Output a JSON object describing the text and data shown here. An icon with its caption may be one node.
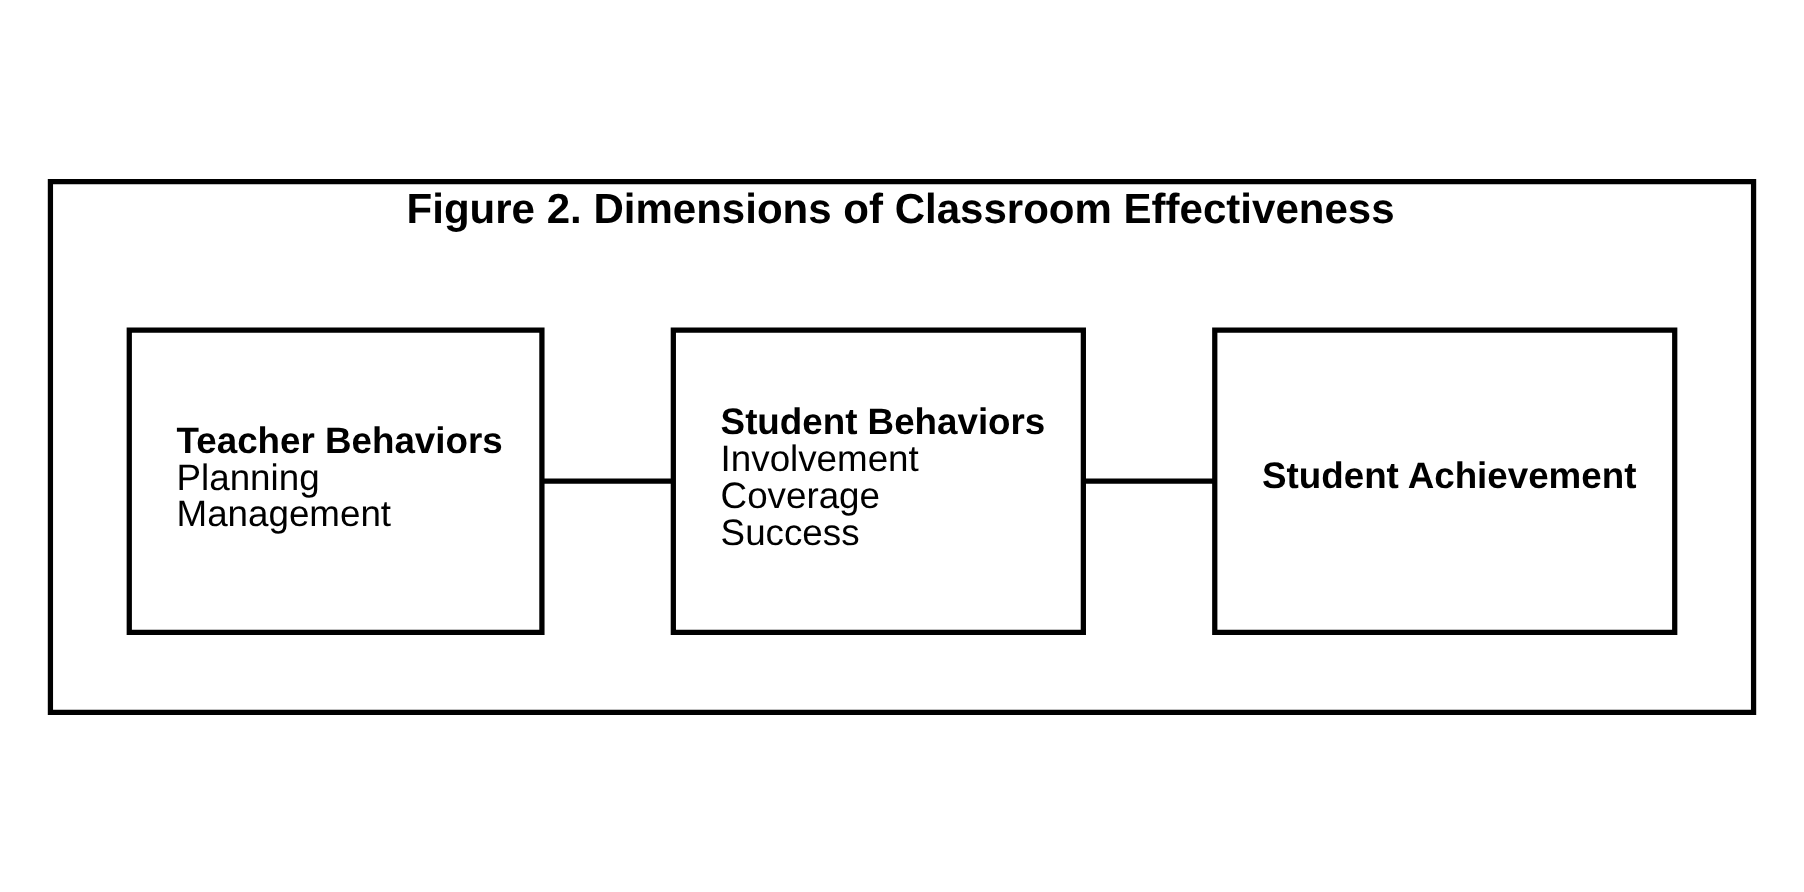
{
  "diagram": {
    "nodes": [
      {
        "text": [
          "Figure 2. Dimensions of Classroom Effectiveness"
        ]
      },
      {
        "text": [
          "Teacher Behaviors",
          "Planning Management"
        ],
        "in": 0
      },
      {
        "text": [
          "Student Behaviors",
          "Involvement Coverage Success"
        ],
        "in": 0
      },
      {
        "text": [
          "Student Achievement"
        ],
        "in": 0
      }
    ],
    "edges": [
      {
        "from": 1,
        "to": 2,
        "arrow": "none"
      },
      {
        "from": 2,
        "to": 3,
        "arrow": "none"
      }
    ]
  }
}
